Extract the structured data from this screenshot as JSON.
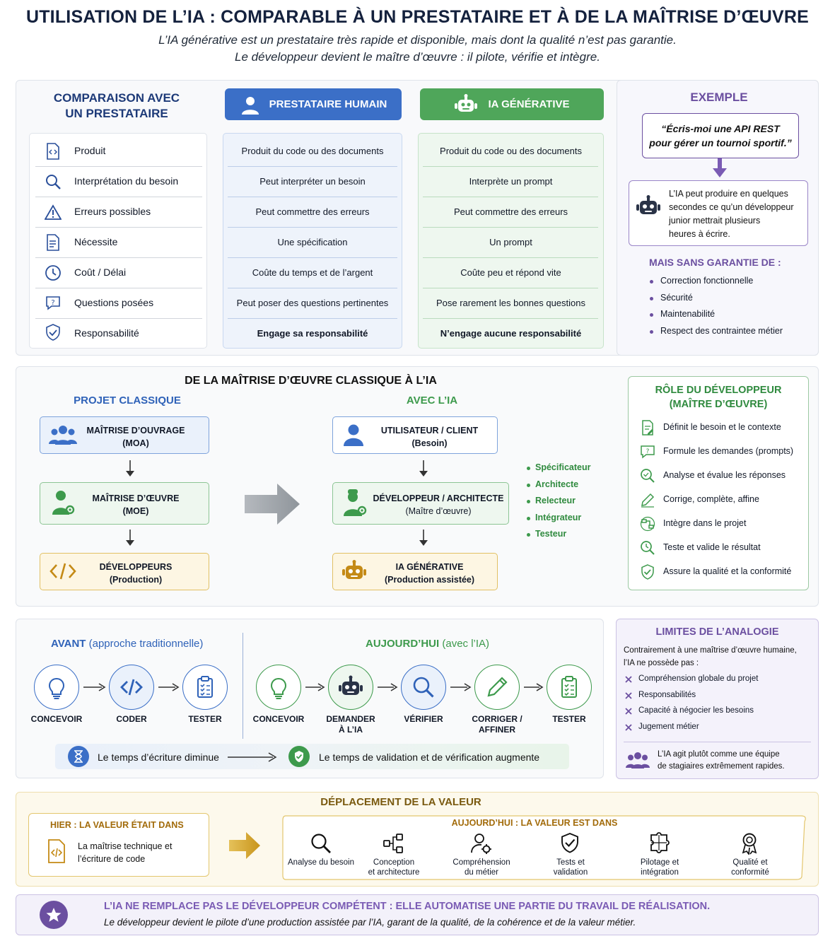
{
  "header": {
    "title": "UTILISATION DE L’IA : COMPARABLE À UN PRESTATAIRE ET À DE LA MAÎTRISE D’ŒUVRE",
    "subtitle_line1": "L’IA générative est un prestataire très rapide et disponible, mais dont la qualité n’est pas garantie.",
    "subtitle_line2": "Le développeur devient le maître d’œuvre : il pilote, vérifie et intègre."
  },
  "comparison": {
    "heading_line1": "COMPARAISON AVEC",
    "heading_line2": "UN PRESTATAIRE",
    "human_header": "PRESTATAIRE HUMAIN",
    "ai_header": "IA GÉNÉRATIVE",
    "rows": [
      {
        "label": "Produit",
        "icon": "code-file-icon",
        "human": "Produit du code ou des documents",
        "ai": "Produit du code ou des documents"
      },
      {
        "label": "Interprétation du besoin",
        "icon": "magnifier-icon",
        "human": "Peut interpréter un besoin",
        "ai": "Interprète un prompt"
      },
      {
        "label": "Erreurs possibles",
        "icon": "warning-icon",
        "human": "Peut commettre des erreurs",
        "ai": "Peut commettre des erreurs"
      },
      {
        "label": "Nécessite",
        "icon": "document-icon",
        "human": "Une spécification",
        "ai": "Un prompt"
      },
      {
        "label": "Coût / Délai",
        "icon": "clock-icon",
        "human": "Coûte du temps et de l’argent",
        "ai": "Coûte peu et répond vite"
      },
      {
        "label": "Questions posées",
        "icon": "question-bubble-icon",
        "human": "Peut poser des questions pertinentes",
        "ai": "Pose rarement les bonnes questions"
      },
      {
        "label": "Responsabilité",
        "icon": "shield-icon",
        "human": "Engage sa responsabilité",
        "ai": "N’engage aucune responsabilité"
      }
    ]
  },
  "example": {
    "heading": "EXEMPLE",
    "quote_line1": "“Écris-moi une API REST",
    "quote_line2": "pour gérer un tournoi sportif.”",
    "ai_text_line1": "L’IA peut produire en quelques",
    "ai_text_line2": "secondes ce qu’un développeur",
    "ai_text_line3": "junior mettrait plusieurs",
    "ai_text_line4": "heures à écrire.",
    "no_guarantee_heading": "MAIS SANS GARANTIE DE :",
    "no_guarantee_items": [
      "Correction fonctionnelle",
      "Sécurité",
      "Maintenabilité",
      "Respect des contraintee métier"
    ]
  },
  "moe": {
    "heading": "DE LA MAÎTRISE D’ŒUVRE CLASSIQUE À L’IA",
    "classic_heading": "PROJET CLASSIQUE",
    "ai_heading": "AVEC L’IA",
    "moa_line1": "MAÎTRISE D’OUVRAGE",
    "moa_line2": "(MOA)",
    "moe_line1": "MAÎTRISE D’ŒUVRE",
    "moe_line2": "(MOE)",
    "dev_line1": "DÉVELOPPEURS",
    "dev_line2": "(Production)",
    "user_line1": "UTILISATEUR / CLIENT",
    "user_line2": "(Besoin)",
    "archi_line1": "DÉVELOPPEUR / ARCHITECTE",
    "archi_line2": "(Maître d’œuvre)",
    "ia_line1": "IA GÉNÉRATIVE",
    "ia_line2": "(Production assistée)",
    "dev_roles": [
      "Spécificateur",
      "Architecte",
      "Relecteur",
      "Intégrateur",
      "Testeur"
    ]
  },
  "role": {
    "heading_line1": "RÔLE DU DÉVELOPPEUR",
    "heading_line2": "(MAÎTRE D’ŒUVRE)",
    "items": [
      {
        "text": "Définit le besoin et le contexte",
        "icon": "document-edit-icon"
      },
      {
        "text": "Formule les demandes (prompts)",
        "icon": "chat-icon"
      },
      {
        "text": "Analyse et évalue les réponses",
        "icon": "search-icon"
      },
      {
        "text": "Corrige, complète, affine",
        "icon": "pencil-icon"
      },
      {
        "text": "Intègre dans le projet",
        "icon": "integrate-icon"
      },
      {
        "text": "Teste et valide le résultat",
        "icon": "test-icon"
      },
      {
        "text": "Assure la qualité et la conformité",
        "icon": "shield-check-icon"
      }
    ]
  },
  "process": {
    "before_heading": "AVANT",
    "before_sub": "(approche traditionnelle)",
    "today_heading": "AUJOURD’HUI",
    "today_sub": "(avec l’IA)",
    "before_steps": [
      "CONCEVOIR",
      "CODER",
      "TESTER"
    ],
    "today_steps": [
      "CONCEVOIR",
      "DEMANDER\nÀ L’IA",
      "VÉRIFIER",
      "CORRIGER /\nAFFINER",
      "TESTER"
    ],
    "writing_time": "Le temps d’écriture diminue",
    "validation_time": "Le temps de validation et de vérification augmente"
  },
  "limits": {
    "heading": "LIMITES DE L’ANALOGIE",
    "intro_line1": "Contrairement à une maîtrise d’œuvre humaine,",
    "intro_line2": "l’IA ne possède pas :",
    "items": [
      "Compréhension globale du projet",
      "Responsabilités",
      "Capacité à négocier les besoins",
      "Jugement métier"
    ],
    "note_line1": "L’IA agit plutôt comme une équipe",
    "note_line2": "de stagiaires extrêmement rapides."
  },
  "value": {
    "heading": "DÉPLACEMENT DE LA VALEUR",
    "yesterday_heading": "HIER : LA VALEUR ÉTAIT DANS",
    "yesterday_line1": "La maîtrise technique et",
    "yesterday_line2": "l’écriture de code",
    "today_heading": "AUJOURD’HUI : LA VALEUR EST DANS",
    "today_items": [
      {
        "label": "Analyse du besoin",
        "icon": "search-icon"
      },
      {
        "label": "Conception\net architecture",
        "icon": "architecture-icon"
      },
      {
        "label": "Compréhension\ndu métier",
        "icon": "user-gear-icon"
      },
      {
        "label": "Tests et\nvalidation",
        "icon": "shield-check-icon"
      },
      {
        "label": "Pilotage et\nintégration",
        "icon": "puzzle-icon"
      },
      {
        "label": "Qualité et\nconformité",
        "icon": "award-icon"
      }
    ]
  },
  "footer": {
    "headline": "L’IA NE REMPLACE PAS LE DÉVELOPPEUR COMPÉTENT : ELLE AUTOMATISE UNE PARTIE DU TRAVAIL DE RÉALISATION.",
    "subline": "Le développeur devient le pilote d’une production assistée par l’IA, garant de la qualité, de la cohérence et de la valeur métier."
  },
  "colors": {
    "navy": "#14213d",
    "blue": "#2f6fce",
    "green": "#3d9a4c",
    "purple": "#6b4fa0",
    "gold": "#c8a52a"
  }
}
